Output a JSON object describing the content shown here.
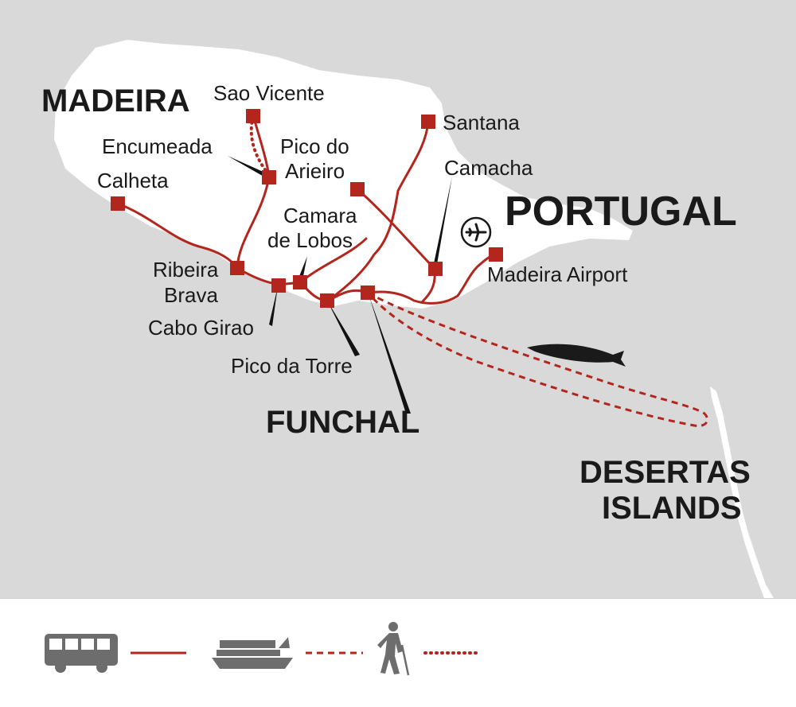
{
  "colors": {
    "sea": "#d9d9d9",
    "land": "#ffffff",
    "route": "#b3261e",
    "text": "#1a1a1a",
    "legend_icon": "#6d6d6d"
  },
  "regions": {
    "madeira": "MADEIRA",
    "portugal": "PORTUGAL",
    "funchal": "FUNCHAL",
    "desertas_line1": "DESERTAS",
    "desertas_line2": "ISLANDS"
  },
  "places": {
    "sao_vicente": "Sao Vicente",
    "santana": "Santana",
    "encumeada": "Encumeada",
    "pico_arieiro_line1": "Pico do",
    "pico_arieiro_line2": "Arieiro",
    "camacha": "Camacha",
    "calheta": "Calheta",
    "camara_line1": "Camara",
    "camara_line2": "de Lobos",
    "ribeira_line1": "Ribeira",
    "ribeira_line2": "Brava",
    "madeira_airport": "Madeira Airport",
    "cabo_girao": "Cabo Girao",
    "pico_torre": "Pico da Torre"
  },
  "icons": {
    "airport": "airplane-icon",
    "whale": "whale-icon"
  },
  "legend": [
    {
      "icon": "bus-icon",
      "line": "solid"
    },
    {
      "icon": "boat-icon",
      "line": "dashed"
    },
    {
      "icon": "hiker-icon",
      "line": "dotted"
    }
  ]
}
